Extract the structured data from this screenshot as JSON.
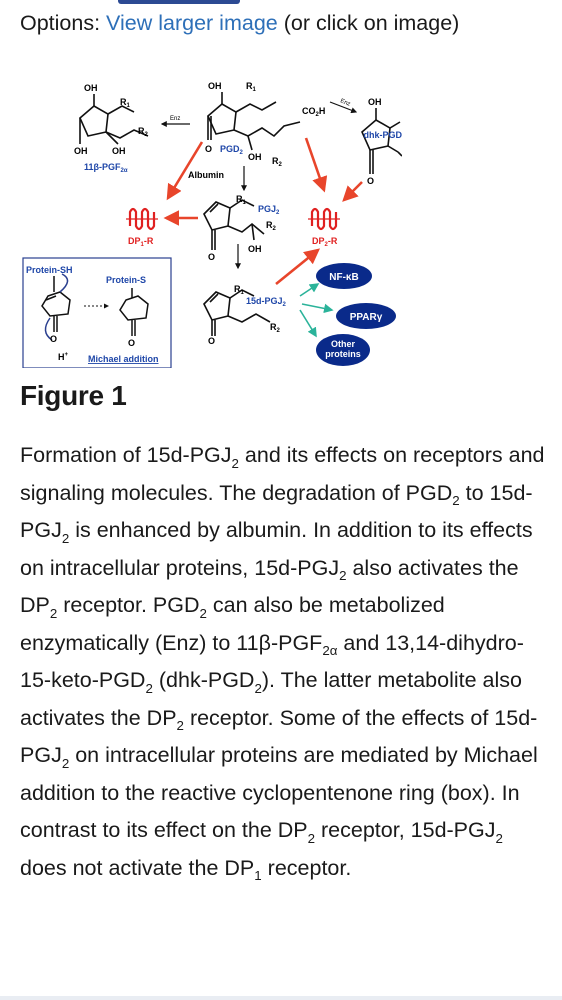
{
  "options": {
    "prefix": "Options: ",
    "link_label": "View larger image",
    "suffix": " (or click on image)"
  },
  "figure": {
    "labels": {
      "oh": "OH",
      "r1": "R",
      "r2": "R",
      "sub1": "1",
      "sub2": "2",
      "co2h": "CO",
      "h": "H",
      "enz": "Enz",
      "pgd2": "PGD",
      "albumin": "Albumin",
      "pgf": "11β-PGF",
      "pgf_sub": "2α",
      "dhk": "dhk-PGD",
      "pgj2": "PGJ",
      "dp1r": "DP",
      "dp2r": "DP",
      "r_suffix": "-R",
      "fifteen_d": "15d-PGJ",
      "protein_sh": "Protein-SH",
      "protein_s": "Protein-S",
      "hplus": "H",
      "michael": "Michael addition",
      "nfkb": "NF-κB",
      "ppar": "PPARγ",
      "other": "Other proteins"
    },
    "colors": {
      "red_arrow": "#e8452b",
      "green_arrow": "#2bb39a",
      "navy_oval": "#0a2a8a",
      "receptor_red": "#e02020",
      "label_blue": "#1e46a8",
      "box_border": "#2a3f8f"
    }
  },
  "title": "Figure 1",
  "caption": {
    "p1": "Formation of 15d-PGJ",
    "p2": " and its effects on receptors and signaling molecules. The degradation of PGD",
    "p3": " to 15d-PGJ",
    "p4": " is enhanced by albumin. In addition to its effects on intracellular proteins, 15d-PGJ",
    "p5": " also activates the DP",
    "p6": " receptor. PGD",
    "p7": " can also be metabolized enzymatically (Enz) to 11β-PGF",
    "p8": " and 13,14-dihydro-15-keto-PGD",
    "p9": " (dhk-PGD",
    "p10": "). The latter metabolite also activates the DP",
    "p11": " receptor. Some of the effects of 15d-PGJ",
    "p12": " on intracellular proteins are mediated by Michael addition to the reactive cyclopentenone ring (box). In contrast to its effect on the DP",
    "p13": " receptor, 15d-PGJ",
    "p14": " does not activate the DP",
    "p15": " receptor.",
    "s2": "2",
    "s2a": "2α",
    "s1": "1"
  }
}
